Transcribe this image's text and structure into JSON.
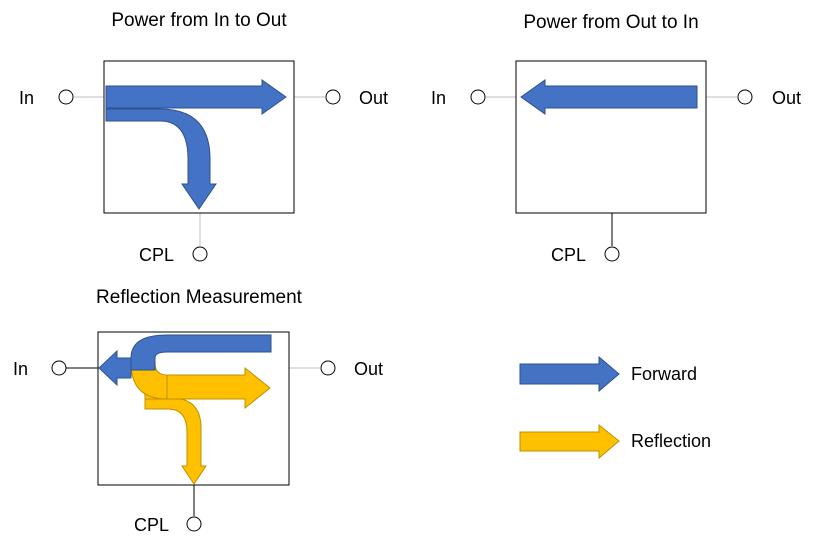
{
  "diagrams": {
    "forward": {
      "title": "Power from In to Out",
      "port_in": "In",
      "port_out": "Out",
      "port_cpl": "CPL"
    },
    "reverse": {
      "title": "Power from Out to In",
      "port_in": "In",
      "port_out": "Out",
      "port_cpl": "CPL"
    },
    "reflection": {
      "title": "Reflection Measurement",
      "port_in": "In",
      "port_out": "Out",
      "port_cpl": "CPL"
    }
  },
  "legend": {
    "forward_label": "Forward",
    "reflection_label": "Reflection"
  },
  "colors": {
    "forward": "#4472C4",
    "forward_edge": "#2F528F",
    "reflection": "#FFC000",
    "reflection_edge": "#BF9000",
    "line": "#BFBFBF",
    "box": "#000000"
  }
}
